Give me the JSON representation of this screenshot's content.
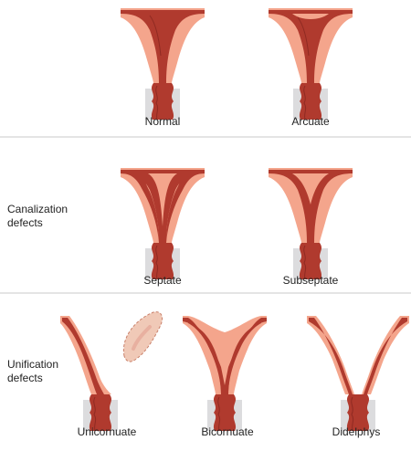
{
  "colors": {
    "tissue": "#f4a58c",
    "cavity": "#b03a2e",
    "cavity_dark": "#8f2a22",
    "cervix_bg": "#dcdcde",
    "ovary": "#f0c9b7",
    "ovary_stroke": "#c9806a",
    "divider": "#c8c8c8"
  },
  "sections": {
    "canalization": {
      "line1": "Canalization",
      "line2": "defects"
    },
    "unification": {
      "line1": "Unification",
      "line2": "defects"
    }
  },
  "anomalies": {
    "normal": "Normal",
    "arcuate": "Arcuate",
    "septate": "Septate",
    "subseptate": "Subseptate",
    "unicornuate": "Unicornuate",
    "bicornuate": "Bicornuate",
    "didelphys": "Didelphys"
  }
}
